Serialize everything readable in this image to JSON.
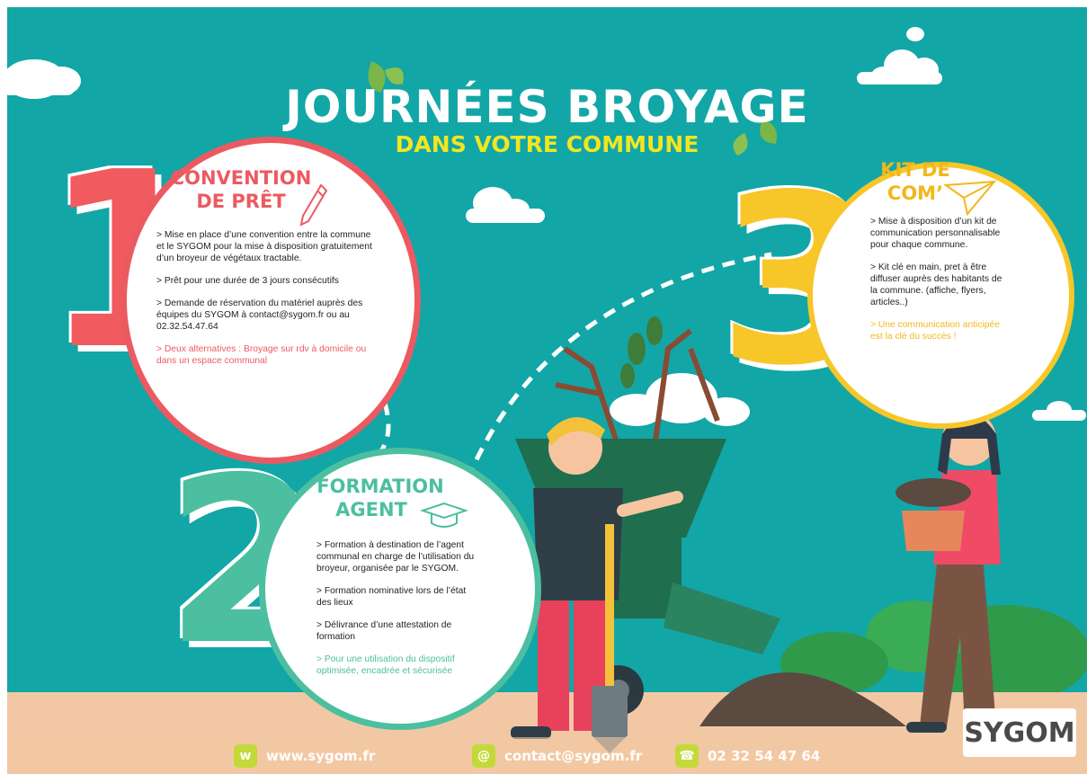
{
  "header": {
    "title": "JOURNÉES BROYAGE",
    "subtitle": "DANS VOTRE COMMUNE"
  },
  "step1": {
    "number": "1",
    "heading_line1": "CONVENTION",
    "heading_line2": "DE PRÊT",
    "paragraphs": [
      "> Mise en place d’une convention entre la commune et le SYGOM pour la mise à disposition gratuitement d’un broyeur de végétaux tractable.",
      "> Prêt pour une durée de 3 jours consécutifs",
      "> Demande de réservation du matériel auprès des équipes du SYGOM à contact@sygom.fr ou au 02.32.54.47.64"
    ],
    "highlight": "> Deux alternatives : Broyage sur rdv à domicile ou dans un espace communal"
  },
  "step2": {
    "number": "2",
    "heading_line1": "FORMATION",
    "heading_line2": "AGENT",
    "paragraphs": [
      "> Formation à destination de l’agent communal en charge de l’utilisation du broyeur, organisée par le SYGOM.",
      "> Formation nominative lors de l’état des lieux",
      "> Délivrance d’une attestation de formation"
    ],
    "highlight": "> Pour une utilisation du dispositif optimisée, encadrée et sécurisée"
  },
  "step3": {
    "number": "3",
    "heading_line1": "KIT DE",
    "heading_line2": "COM’",
    "paragraphs": [
      "> Mise à disposition d’un kit de communication personnalisable pour chaque commune.",
      "> Kit clé en main, pret à être diffuser auprès des habitants de la commune. (affiche, flyers, articles..)"
    ],
    "highlight": "> Une communication anticipée est la clé du succès !"
  },
  "footer": {
    "website_icon": "w",
    "website": "www.sygom.fr",
    "email_icon": "@",
    "email": "contact@sygom.fr",
    "phone_icon": "☎",
    "phone": "02 32 54 47 64",
    "logo_text": "SYGOM"
  },
  "colors": {
    "background": "#12a6a7",
    "red": "#ec5a61",
    "green": "#4bbf9f",
    "yellow": "#f7c628",
    "subtitle": "#f2e620",
    "lime": "#c3d93a"
  },
  "icons": [
    "leaf-icon",
    "pencil-icon",
    "graduation-cap-icon",
    "paper-plane-icon",
    "web-icon",
    "at-icon",
    "phone-icon"
  ]
}
